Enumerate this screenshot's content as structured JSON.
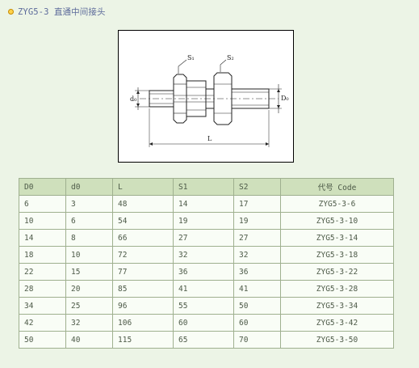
{
  "page": {
    "title": "ZYG5-3 直通中间接头"
  },
  "drawing": {
    "labels": {
      "s1": "S₁",
      "s2": "S₂",
      "d0": "d₀",
      "D0": "D₀",
      "L": "L"
    }
  },
  "table": {
    "headers": [
      "D0",
      "d0",
      "L",
      "S1",
      "S2",
      "代号 Code"
    ],
    "rows": [
      [
        "6",
        "3",
        "48",
        "14",
        "17",
        "ZYG5-3-6"
      ],
      [
        "10",
        "6",
        "54",
        "19",
        "19",
        "ZYG5-3-10"
      ],
      [
        "14",
        "8",
        "66",
        "27",
        "27",
        "ZYG5-3-14"
      ],
      [
        "18",
        "10",
        "72",
        "32",
        "32",
        "ZYG5-3-18"
      ],
      [
        "22",
        "15",
        "77",
        "36",
        "36",
        "ZYG5-3-22"
      ],
      [
        "28",
        "20",
        "85",
        "41",
        "41",
        "ZYG5-3-28"
      ],
      [
        "34",
        "25",
        "96",
        "55",
        "50",
        "ZYG5-3-34"
      ],
      [
        "42",
        "32",
        "106",
        "60",
        "60",
        "ZYG5-3-42"
      ],
      [
        "50",
        "40",
        "115",
        "65",
        "70",
        "ZYG5-3-50"
      ]
    ]
  }
}
